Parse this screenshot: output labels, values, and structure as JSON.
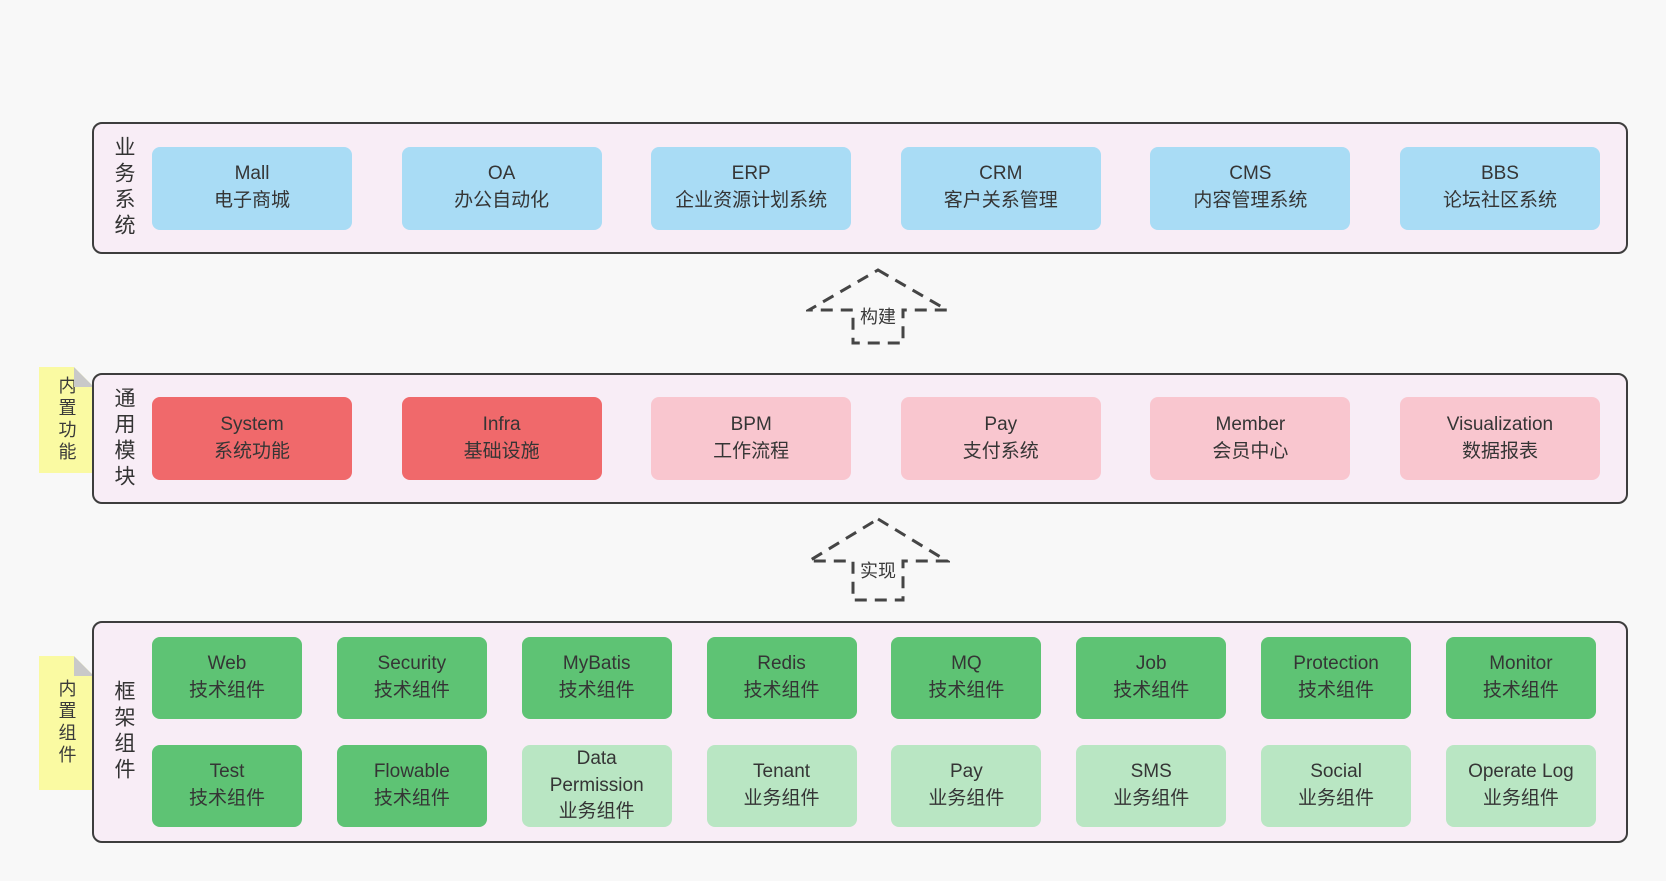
{
  "diagram": {
    "colors": {
      "page_bg": "#f8f8f8",
      "band_bg": "#f8edf6",
      "band_border": "#3d3d3d",
      "box_blue": "#a9dcf5",
      "box_red": "#f0696b",
      "box_pink": "#f9c6cf",
      "box_green": "#5ec374",
      "box_green_light": "#b9e6c3",
      "sticky_bg": "#fafaa2",
      "sticky_fold": "#c9c9c9",
      "text": "#353535"
    },
    "arrows": [
      {
        "label": "构建"
      },
      {
        "label": "实现"
      }
    ],
    "bands": [
      {
        "label": "业务系统",
        "items": [
          {
            "name": "Mall",
            "desc": "电子商城"
          },
          {
            "name": "OA",
            "desc": "办公自动化"
          },
          {
            "name": "ERP",
            "desc": "企业资源计划系统"
          },
          {
            "name": "CRM",
            "desc": "客户关系管理"
          },
          {
            "name": "CMS",
            "desc": "内容管理系统"
          },
          {
            "name": "BBS",
            "desc": "论坛社区系统"
          }
        ]
      },
      {
        "label": "通用模块",
        "sticky": "内置功能",
        "items": [
          {
            "name": "System",
            "desc": "系统功能"
          },
          {
            "name": "Infra",
            "desc": "基础设施"
          },
          {
            "name": "BPM",
            "desc": "工作流程"
          },
          {
            "name": "Pay",
            "desc": "支付系统"
          },
          {
            "name": "Member",
            "desc": "会员中心"
          },
          {
            "name": "Visualization",
            "desc": "数据报表"
          }
        ]
      },
      {
        "label": "框架组件",
        "sticky": "内置组件",
        "rows": [
          [
            {
              "name": "Web",
              "desc": "技术组件"
            },
            {
              "name": "Security",
              "desc": "技术组件"
            },
            {
              "name": "MyBatis",
              "desc": "技术组件"
            },
            {
              "name": "Redis",
              "desc": "技术组件"
            },
            {
              "name": "MQ",
              "desc": "技术组件"
            },
            {
              "name": "Job",
              "desc": "技术组件"
            },
            {
              "name": "Protection",
              "desc": "技术组件"
            },
            {
              "name": "Monitor",
              "desc": "技术组件"
            }
          ],
          [
            {
              "name": "Test",
              "desc": "技术组件"
            },
            {
              "name": "Flowable",
              "desc": "技术组件"
            },
            {
              "name": "Data Permission",
              "desc": "业务组件"
            },
            {
              "name": "Tenant",
              "desc": "业务组件"
            },
            {
              "name": "Pay",
              "desc": "业务组件"
            },
            {
              "name": "SMS",
              "desc": "业务组件"
            },
            {
              "name": "Social",
              "desc": "业务组件"
            },
            {
              "name": "Operate Log",
              "desc": "业务组件"
            }
          ]
        ]
      }
    ]
  }
}
